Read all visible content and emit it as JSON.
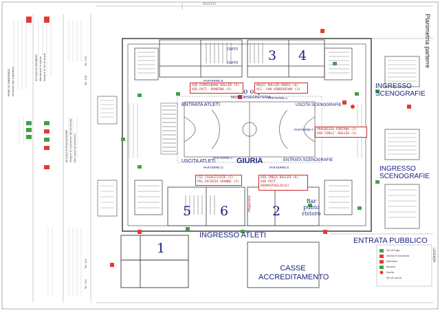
{
  "title": "Planimetria parterre",
  "header_mark": "AUDIO",
  "sector_numbers": [
    "1",
    "2",
    "3",
    "4",
    "5",
    "6"
  ],
  "labels": {
    "ingresso_scenografie_top": "INGRESSO SCENOGRAFIE",
    "ingresso_scenografie_bottom": "INGRESSO SCENOGRAFIE",
    "entrata_atleti_top": "ENTRATA ATLETI",
    "musica_segreteria": "MUSICA/SEGRETERIA",
    "uscita_scenografie": "USCITA SCENOGRAFIE",
    "uscita_atleti": "USCITA ATLETI",
    "giuria": "GIURIA",
    "entrata_scenografie": "ENTRATA SCENOGRAFIE",
    "riservato_ospiti": "Riservato ospiti",
    "ospiti_1": "OSPITI",
    "ospiti_2": "OSPITI",
    "ingresso_atleti": "INGRESSO ATLETI",
    "entrata_pubblico": "ENTRATA PUBBLICO",
    "casse_accreditamento": "CASSE ACCREDITAMENTO",
    "bar_punto_ristoro": "Bar punto ristoro",
    "magazzino": "Magazzino"
  },
  "parterre": {
    "a": "PARTERRE A",
    "b": "PARTERRE B",
    "c": "PARTERRE C",
    "d": "PARTERRE D",
    "e": "PARTERRE E",
    "f": "PARTERRE F"
  },
  "clubs": {
    "b": [
      "ASD FERMIGNANO ROLLER (5)",
      "ASD PATT. RONDINO (5)"
    ],
    "a": [
      "MAGIC ROLLER RUDIO (6)",
      "ACC. SAN VENDEMIANO (3)"
    ],
    "f": [
      "PROGRESSO FONTANA (1)",
      "ASD FORLI' ROLLER (5)"
    ],
    "d": [
      "CSI CASALECCHIO (5)",
      "POL.OSTERIA GRANDE (5)"
    ],
    "e": [
      "ASD IMOLA ROLLER (6)",
      "ASD PATT. QUADRIFOGLIO(6)"
    ]
  },
  "legend": {
    "title": "LEGENDA",
    "items": [
      "Vie di fuga",
      "Uscita di sicurezza",
      "Estintore",
      "Idrante",
      "Uscita",
      "Vie di uscita"
    ]
  },
  "notes": {
    "left_top": [
      "PIANO DI EMERGENZA",
      "Istruzioni per il pubblico"
    ],
    "left_mid": [
      "IN CASO DI INCENDIO",
      "Mantenere la calma",
      "Seguire le vie di esodo"
    ],
    "left_low": [
      "IN CASO DI EVACUAZIONE",
      "Seguire le indicazioni del personale",
      "Non usare gli ascensori"
    ],
    "numbers": [
      "Tel. 115",
      "Tel. 118",
      "Tel. 113",
      "Tel. 112"
    ]
  },
  "colors": {
    "wall": "#333333",
    "blue_text": "#1a237e",
    "red_text": "#b71c1c",
    "green": "#43a047",
    "red": "#e53935"
  }
}
